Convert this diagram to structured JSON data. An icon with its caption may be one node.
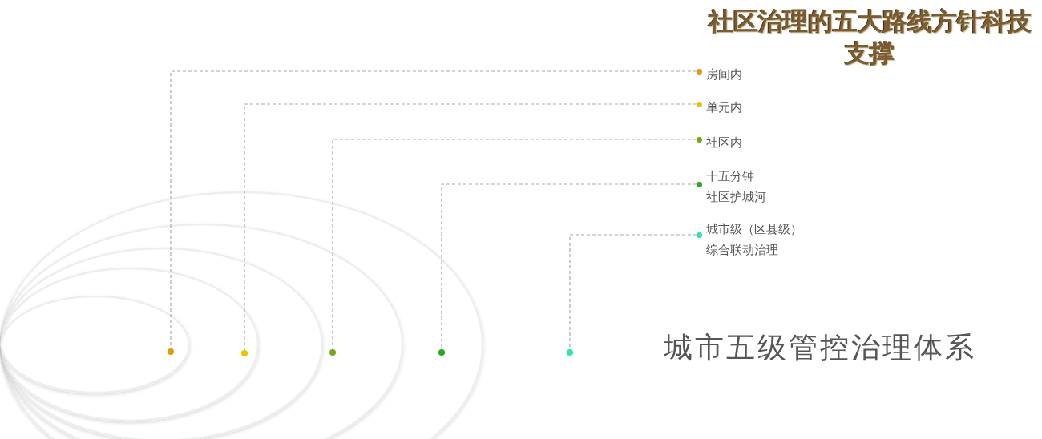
{
  "diagram": {
    "title": "社区治理的五大路线方针科技支撑",
    "nodes": [
      {
        "text": [
          "房间内"
        ]
      },
      {
        "text": [
          "单元内"
        ]
      },
      {
        "text": [
          "社区内"
        ]
      },
      {
        "text": [
          "十五分钟",
          "社区护城河"
        ]
      },
      {
        "text": [
          "城市级（区县级）",
          "综合联动治理"
        ]
      },
      {
        "text": [],
        "shape": "circle"
      },
      {
        "text": [],
        "shape": "circle"
      },
      {
        "text": [],
        "shape": "circle"
      },
      {
        "text": [],
        "shape": "circle"
      },
      {
        "text": [],
        "shape": "circle"
      }
    ],
    "edges": [
      {
        "from": 0,
        "to": 5,
        "arrow": "none",
        "style": "dashed"
      },
      {
        "from": 1,
        "to": 6,
        "arrow": "none",
        "style": "dashed"
      },
      {
        "from": 2,
        "to": 7,
        "arrow": "none",
        "style": "dashed"
      },
      {
        "from": 3,
        "to": 8,
        "arrow": "none",
        "style": "dashed"
      },
      {
        "from": 4,
        "to": 9,
        "arrow": "none",
        "style": "dashed"
      }
    ],
    "labels": [
      "城市五级管控治理体系"
    ]
  }
}
